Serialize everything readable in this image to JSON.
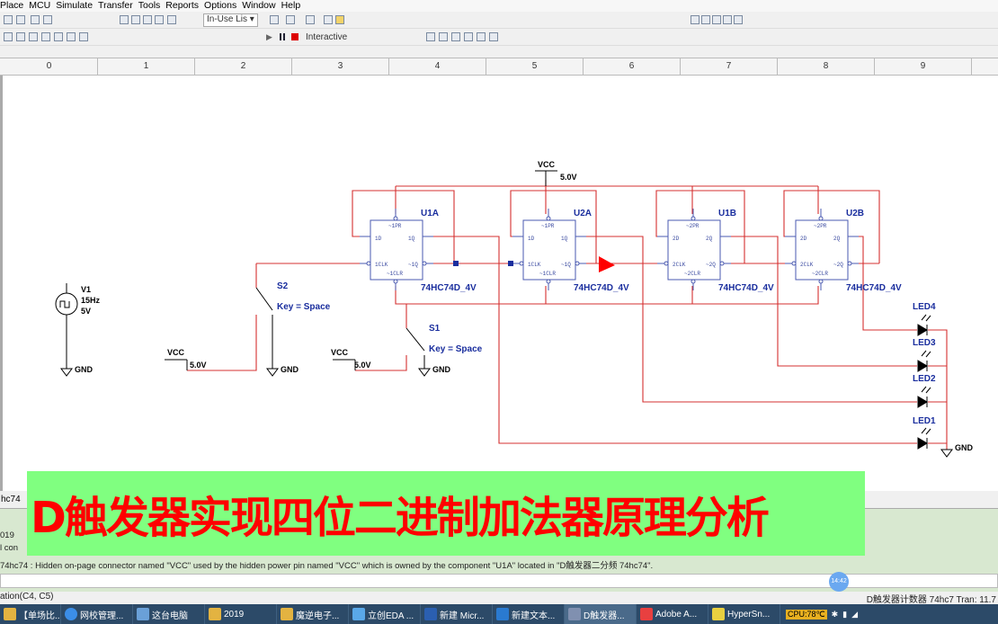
{
  "menu": [
    "Place",
    "MCU",
    "Simulate",
    "Transfer",
    "Tools",
    "Reports",
    "Options",
    "Window",
    "Help"
  ],
  "toolbar": {
    "in_use_list": "In-Use Lis",
    "interactive": "Interactive"
  },
  "ruler": [
    "0",
    "1",
    "2",
    "3",
    "4",
    "5",
    "6",
    "7",
    "8",
    "9"
  ],
  "schematic": {
    "v1": {
      "name": "V1",
      "freq": "15Hz",
      "amp": "5V"
    },
    "gnd": "GND",
    "vcc": "VCC",
    "vcc_val": "5.0V",
    "s2": {
      "name": "S2",
      "key": "Key = Space"
    },
    "s1": {
      "name": "S1",
      "key": "Key = Space"
    },
    "chips": [
      {
        "ref": "U1A",
        "model": "74HC74D_4V",
        "d": "1D",
        "q": "1Q",
        "clk": "1CLK",
        "nq": "~1Q",
        "pr": "~1PR",
        "clr": "~1CLR"
      },
      {
        "ref": "U2A",
        "model": "74HC74D_4V",
        "d": "1D",
        "q": "1Q",
        "clk": "1CLK",
        "nq": "~1Q",
        "pr": "~1PR",
        "clr": "~1CLR"
      },
      {
        "ref": "U1B",
        "model": "74HC74D_4V",
        "d": "2D",
        "q": "2Q",
        "clk": "2CLK",
        "nq": "~2Q",
        "pr": "~2PR",
        "clr": "~2CLR"
      },
      {
        "ref": "U2B",
        "model": "74HC74D_4V",
        "d": "2D",
        "q": "2Q",
        "clk": "2CLK",
        "nq": "~2Q",
        "pr": "~2PR",
        "clr": "~2CLR"
      }
    ],
    "leds": [
      "LED4",
      "LED3",
      "LED2",
      "LED1"
    ]
  },
  "lower": {
    "tab": "hc74",
    "msg1": "019",
    "msg2": "l con",
    "msg3": "74hc74 : Hidden on-page connector named \"VCC\" used by the hidden power pin named \"VCC\" which is owned by the component \"U1A\" located in \"D触发器二分频 74hc74\".",
    "badge": "14:42"
  },
  "status": {
    "left": "ation(C4, C5)",
    "right": "D触发器计数器 74hc7 Tran: 11.7"
  },
  "taskbar": [
    "【单场比...",
    "网校管理...",
    "这台电脑",
    "2019",
    "魔逆电子...",
    "立创EDA ...",
    "新建 Micr...",
    "新建文本...",
    "D触发器...",
    "Adobe A...",
    "HyperSn..."
  ],
  "tray": {
    "cpu": "CPU:78℃"
  },
  "banner": "D触发器实现四位二进制加法器原理分析"
}
